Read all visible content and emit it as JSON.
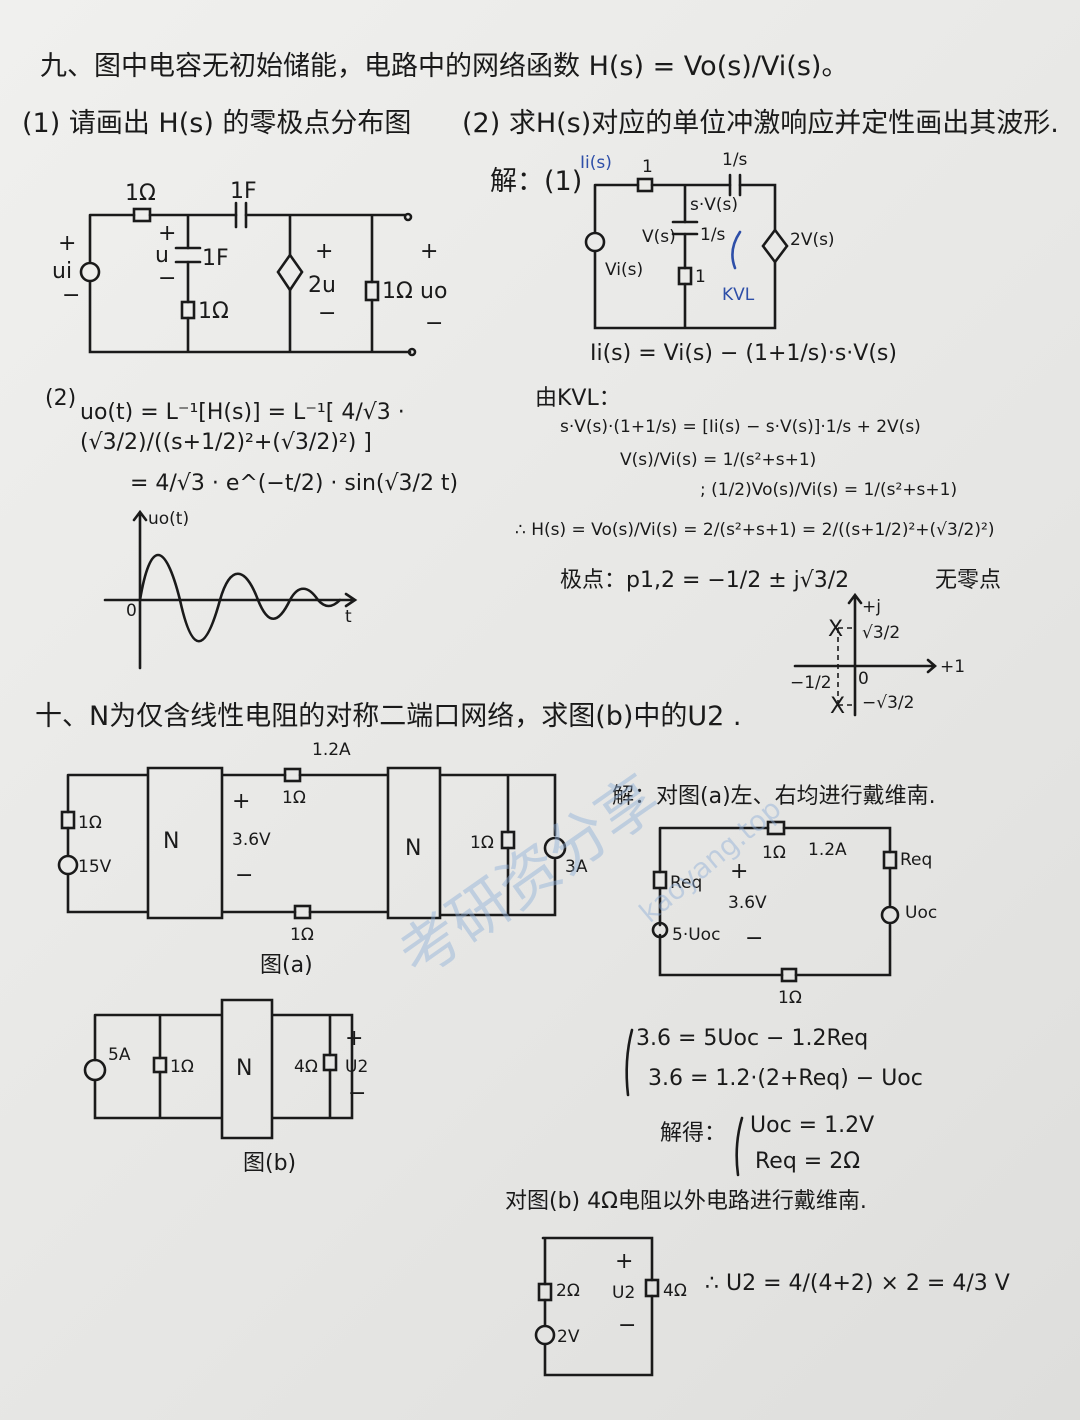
{
  "problem9": {
    "title": "九、图中电容无初始储能，电路中的网络函数 H(s) = Vo(s)/Vi(s)。",
    "q1": "(1) 请画出 H(s) 的零极点分布图",
    "q2": "(2) 求H(s)对应的单位冲激响应并定性画出其波形.",
    "circuit": {
      "r1": "1Ω",
      "c_top": "1F",
      "plus": "+",
      "minus": "−",
      "ui": "ui",
      "u": "u",
      "c_branch": "1F",
      "r_branch": "1Ω",
      "dep_src": "2u",
      "r_out": "1Ω",
      "uo": "uo"
    },
    "solution1": {
      "label": "解：(1)",
      "circuit": {
        "ii": "Ii(s)",
        "r1": "1",
        "cap_top": "1/s",
        "sv": "s·V(s)",
        "v": "V(s)",
        "cap_branch": "1/s",
        "r_branch": "1",
        "vi": "Vi(s)",
        "dep_src": "2V(s)",
        "kvl": "KVL"
      },
      "eq_current": "Ii(s) = Vi(s) − (1+1/s)·s·V(s)",
      "kvl_label": "由KVL：",
      "eq_kvl": "s·V(s)·(1+1/s) = [Ii(s) − s·V(s)]·1/s + 2V(s)",
      "eq_ratio1": "V(s)/Vi(s) = 1/(s²+s+1)",
      "eq_ratio2": "; (1/2)Vo(s)/Vi(s) = 1/(s²+s+1)",
      "eq_h": "∴ H(s) = Vo(s)/Vi(s) = 2/(s²+s+1) = 2/((s+1/2)²+(√3/2)²)",
      "poles": "极点：p1,2 = −1/2 ± j√3/2",
      "zeros": "无零点",
      "pz_plot": {
        "imag_axis": "+j",
        "real_axis": "+1",
        "origin": "0",
        "im_pos": "√3/2",
        "im_neg": "−√3/2",
        "re": "−1/2",
        "pole_marker": "X"
      }
    },
    "part2": {
      "label": "(2)",
      "eq1": "uo(t) = L⁻¹[H(s)] = L⁻¹[ 4/√3 · (√3/2)/((s+1/2)²+(√3/2)²) ]",
      "eq2": "= 4/√3 · e^(−t/2) · sin(√3/2 t)",
      "graph": {
        "ylabel": "uo(t)",
        "xlabel": "t",
        "origin": "0"
      }
    }
  },
  "problem10": {
    "title": "十、N为仅含线性电阻的对称二端口网络，求图(b)中的U2 .",
    "fig_a": {
      "r_left": "1Ω",
      "src": "15V",
      "n1": "N",
      "plus": "+",
      "voltage": "3.6V",
      "minus": "−",
      "current": "1.2A",
      "r_top": "1Ω",
      "r_bottom": "1Ω",
      "n2": "N",
      "r_right": "1Ω",
      "isrc": "3A",
      "caption": "图(a)"
    },
    "fig_b": {
      "isrc": "5A",
      "r_left": "1Ω",
      "n": "N",
      "r_right": "4Ω",
      "u2": "U2",
      "plus": "+",
      "minus": "−",
      "caption": "图(b)"
    },
    "solution": {
      "intro": "解：对图(a)左、右均进行戴维南.",
      "thevenin": {
        "r_top": "1Ω",
        "current": "1.2A",
        "req_left": "Req",
        "plus": "+",
        "voltage": "3.6V",
        "minus": "−",
        "src_left": "5·Uoc",
        "req_right": "Req",
        "src_right": "Uoc",
        "r_bottom": "1Ω"
      },
      "eq1": "3.6 = 5Uoc − 1.2Req",
      "eq2": "3.6 = 1.2·(2+Req) − Uoc",
      "solved_label": "解得：",
      "res1": "Uoc = 1.2V",
      "res2": "Req = 2Ω",
      "step2": "对图(b) 4Ω电阻以外电路进行戴维南.",
      "final_circuit": {
        "r": "2Ω",
        "src": "2V",
        "load": "4Ω",
        "u2": "U2",
        "plus": "+",
        "minus": "−"
      },
      "final_eq": "∴ U2 = 4/(4+2) × 2 = 4/3 V"
    }
  },
  "watermark": {
    "cn": "考研资分享",
    "url": "kaoyang.top"
  }
}
